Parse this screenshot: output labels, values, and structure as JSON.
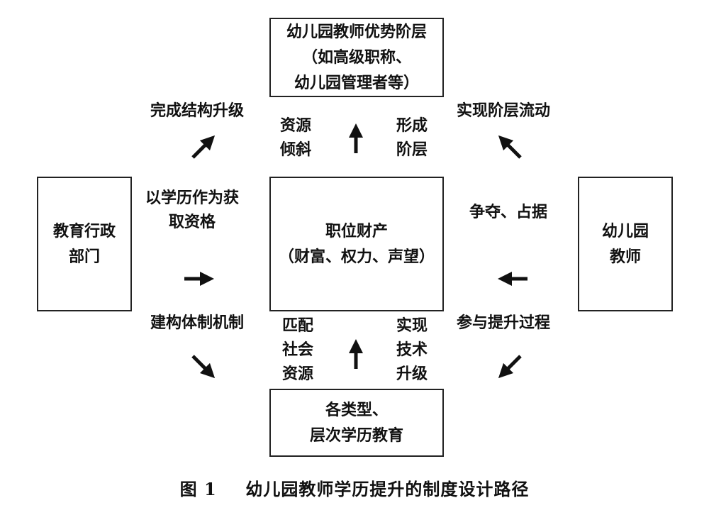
{
  "boxes": {
    "top": [
      "幼儿园教师优势阶层",
      "（如高级职称、",
      "幼儿园管理者等）"
    ],
    "left": [
      "教育行政",
      "部门"
    ],
    "center": [
      "职位财产",
      "（财富、权力、声望）"
    ],
    "right": [
      "幼儿园",
      "教师"
    ],
    "bottom": [
      "各类型、",
      "层次学历教育"
    ]
  },
  "labels": {
    "top_left": "完成结构升级",
    "top_right": "实现阶层流动",
    "resource_tilt": [
      "资源",
      "倾斜"
    ],
    "form_class": [
      "形成",
      "阶层"
    ],
    "left_middle": [
      "以学历作为获",
      "取资格"
    ],
    "right_middle": "争夺、占据",
    "bottom_left": "建构体制机制",
    "bottom_right": "参与提升过程",
    "match_resources": [
      "匹配",
      "社会",
      "资源"
    ],
    "tech_upgrade": [
      "实现",
      "技术",
      "升级"
    ]
  },
  "caption": {
    "number": "图 1",
    "title": "幼儿园教师学历提升的制度设计路径"
  }
}
